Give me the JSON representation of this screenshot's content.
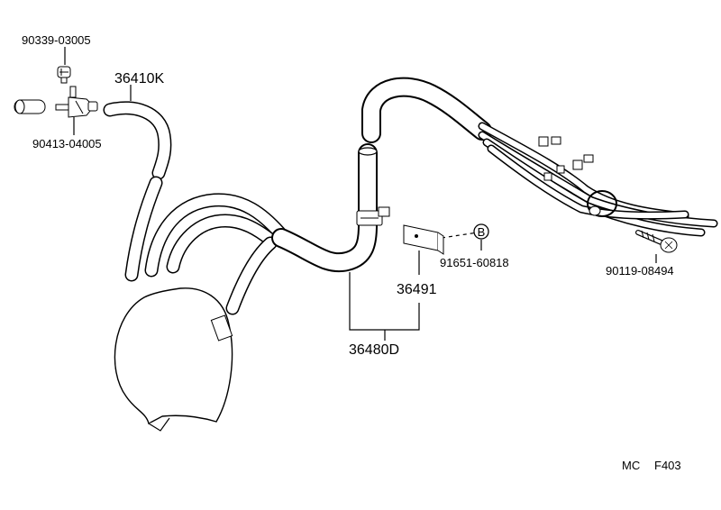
{
  "diagram": {
    "callouts": {
      "screw_top": "90339-03005",
      "hose": "36410K",
      "vsv": "90413-04005",
      "clamp_bolt": "91651-60818",
      "bracket": "36491",
      "hose_assy": "36480D",
      "bolt_right": "90119-08494"
    },
    "marker": "B",
    "footer": {
      "left": "MC",
      "right": "F403"
    }
  }
}
